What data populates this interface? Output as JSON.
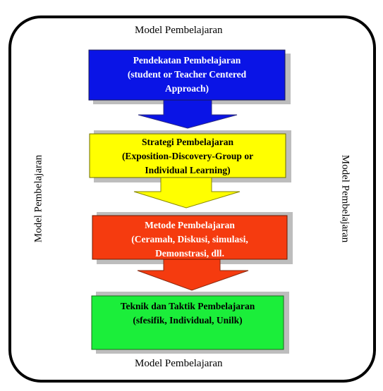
{
  "frame": {
    "label_top": "Model Pembelajaran",
    "label_bottom": "Model Pembelajaran",
    "label_left": "Model Pembelajaran",
    "label_right": "Model Pembelajaran"
  },
  "boxes": [
    {
      "lines": [
        "Pendekatan Pembelajaran",
        "(student or Teacher Centered",
        "Approach)"
      ],
      "color": "#0a14e6",
      "text_color": "#ffffff"
    },
    {
      "lines": [
        "Strategi Pembelajaran",
        "(Exposition-Discovery-Group or",
        "Individual Learning)"
      ],
      "color": "#ffff00",
      "text_color": "#000000"
    },
    {
      "lines": [
        "Metode Pembelajaran",
        "(Ceramah, Diskusi, simulasi,",
        "Demonstrasi, dll."
      ],
      "color": "#f53b0f",
      "text_color": "#ffffff"
    },
    {
      "lines": [
        "Teknik dan Taktik Pembelajaran",
        "(sfesifik, Individual, Unilk)"
      ],
      "color": "#1bee3a",
      "text_color": "#000000"
    }
  ],
  "arrows": [
    {
      "color": "#0a14e6"
    },
    {
      "color": "#ffff00"
    },
    {
      "color": "#f53b0f"
    }
  ]
}
